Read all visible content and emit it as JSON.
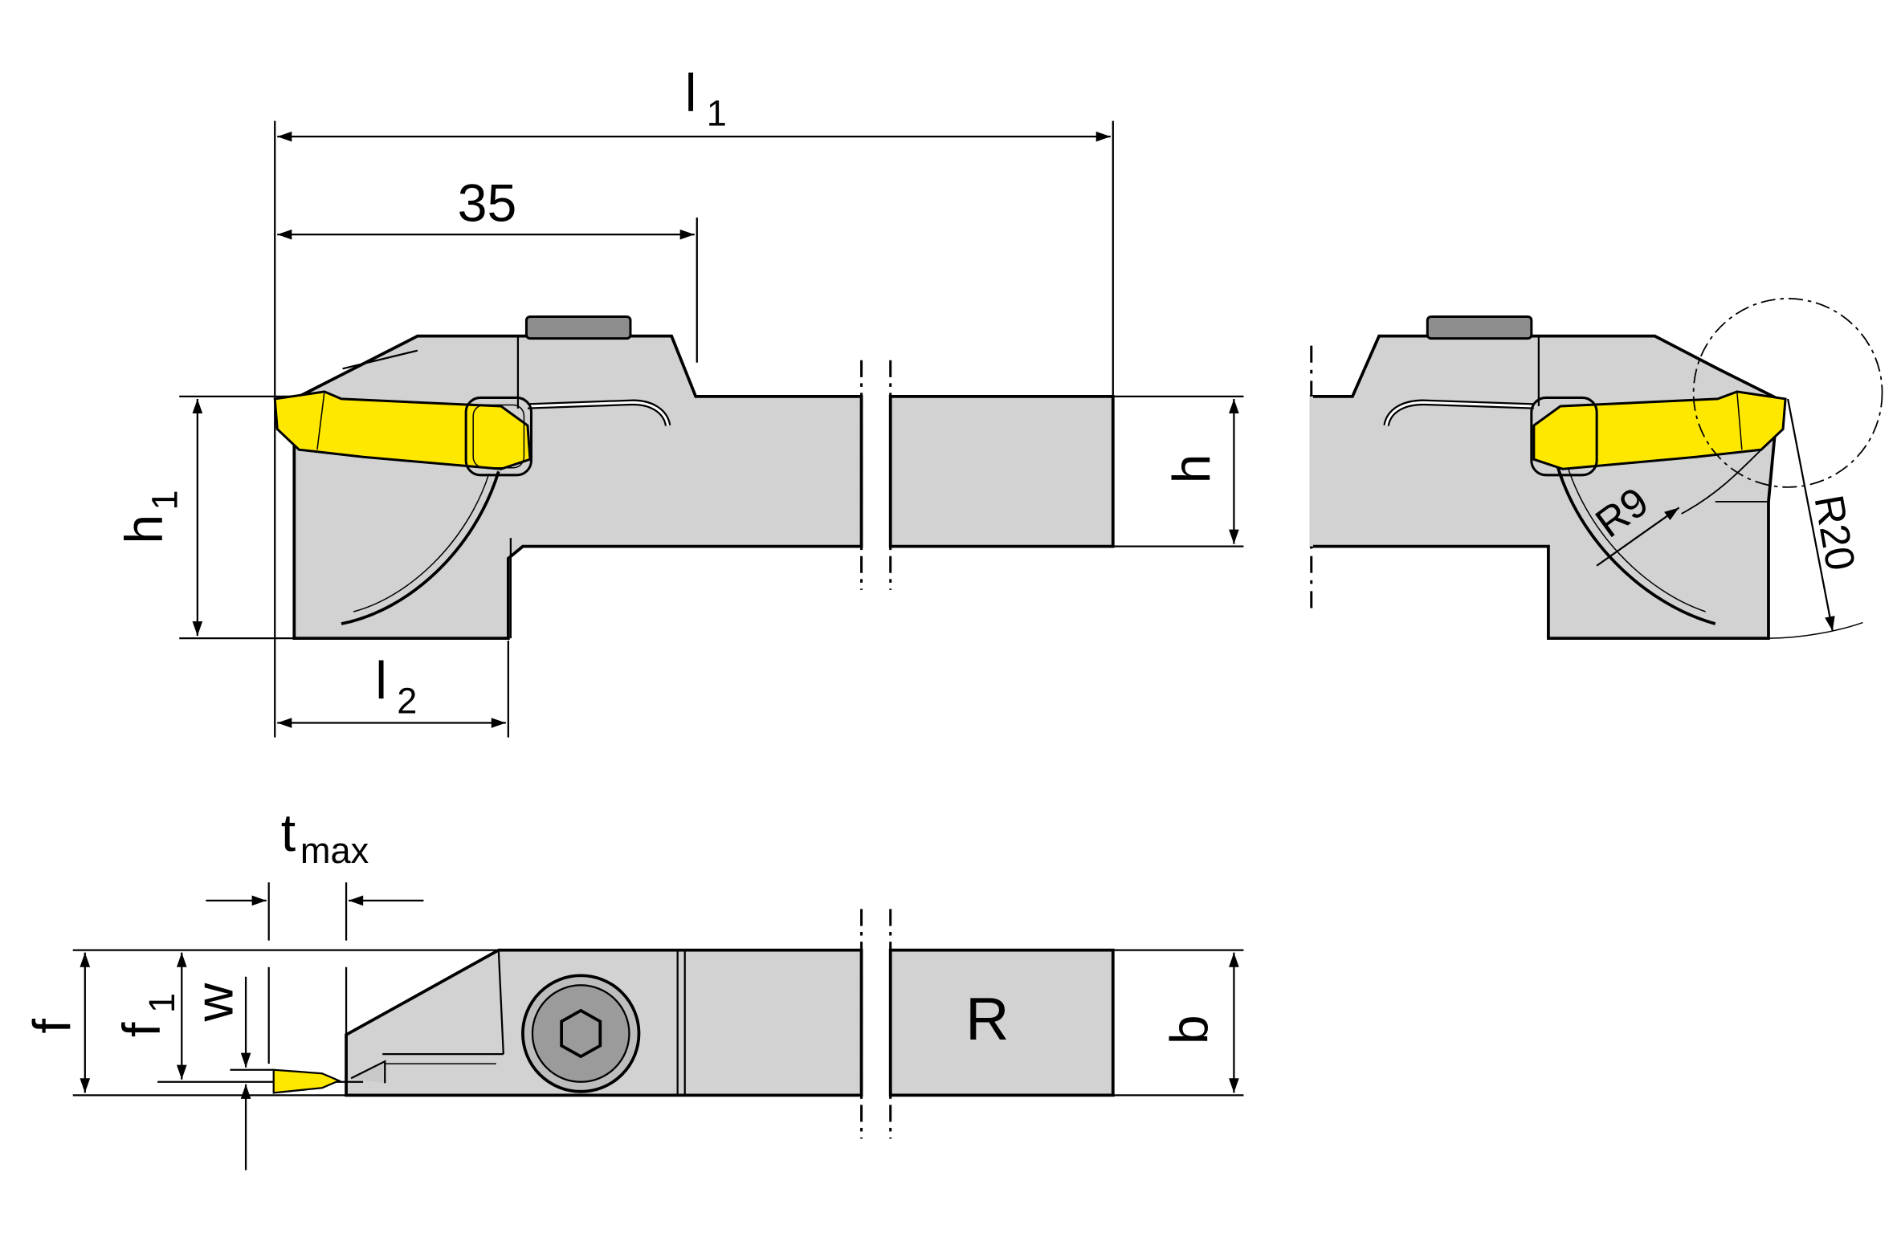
{
  "colors": {
    "body": "#d2d2d2",
    "insert": "#ffe800",
    "line": "#000000",
    "background": "#ffffff",
    "screw": "#9b9b9b",
    "clamp_top": "#8e8e8e"
  },
  "labels": {
    "l1_main": "l",
    "l1_sub": "1",
    "dim35": "35",
    "h1_main": "h",
    "h1_sub": "1",
    "h": "h",
    "l2_main": "l",
    "l2_sub": "2",
    "r9": "R9",
    "r20": "R20",
    "tmax_main": "t",
    "tmax_sub": "max",
    "f": "f",
    "f1_main": "f",
    "f1_sub": "1",
    "w": "w",
    "b": "b",
    "r": "R"
  }
}
